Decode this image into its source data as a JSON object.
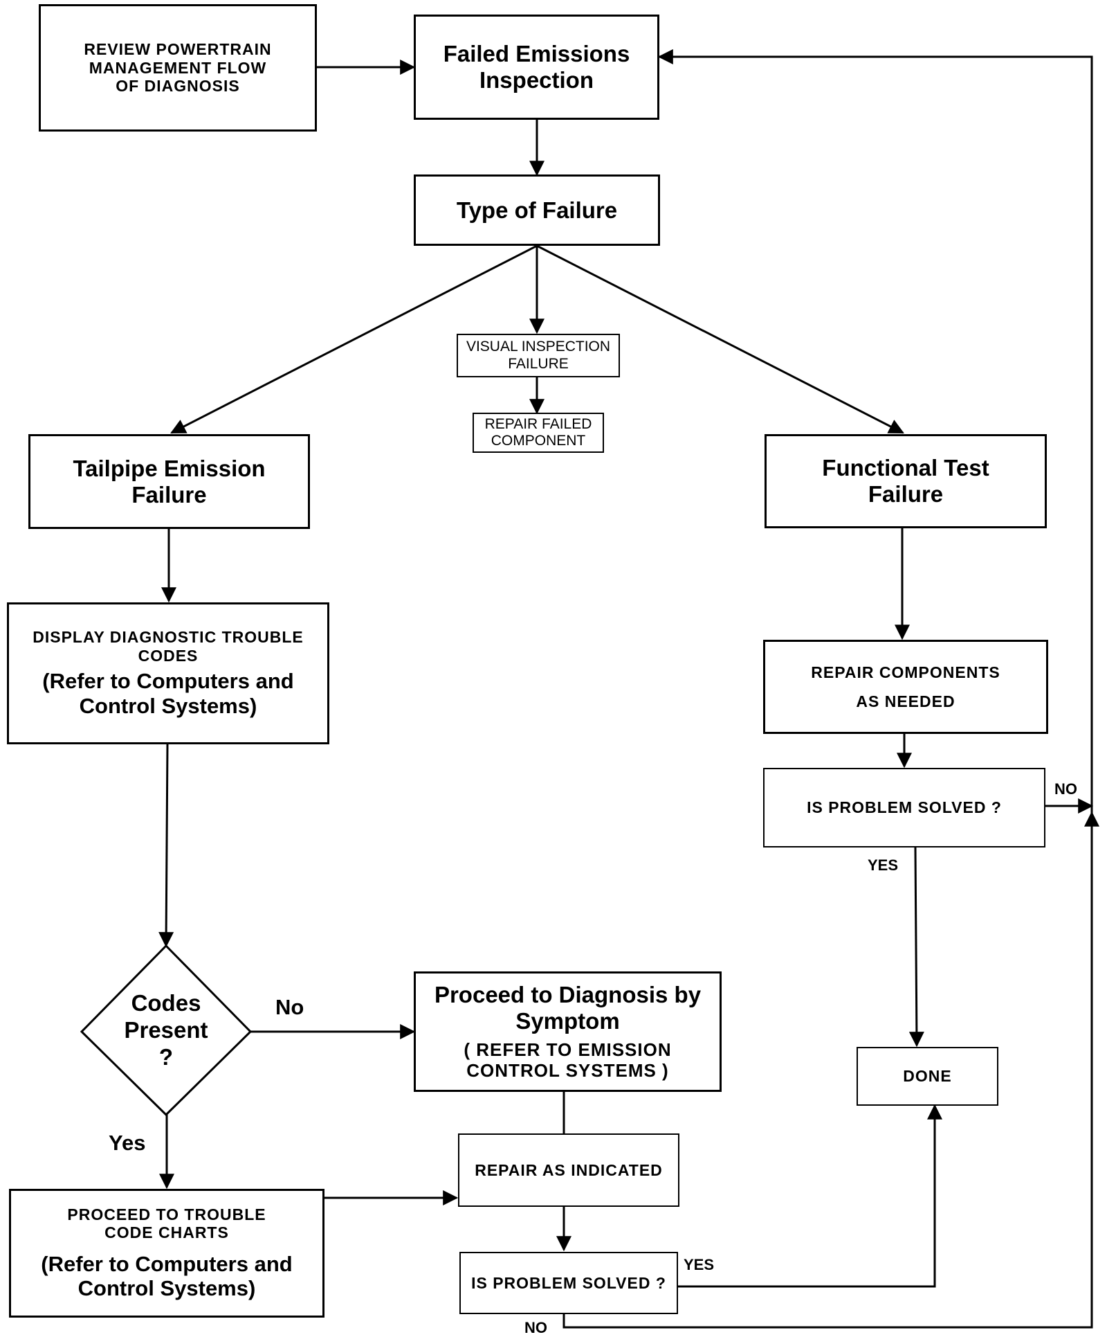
{
  "nodes": {
    "review_flow": {
      "lines": [
        "REVIEW POWERTRAIN",
        "MANAGEMENT FLOW",
        "OF DIAGNOSIS"
      ]
    },
    "failed_emissions": {
      "lines": [
        "Failed Emissions",
        "Inspection"
      ]
    },
    "type_of_failure": {
      "text": "Type of Failure"
    },
    "visual_inspection": {
      "lines": [
        "VISUAL INSPECTION",
        "FAILURE"
      ]
    },
    "repair_failed_component": {
      "lines": [
        "REPAIR FAILED",
        "COMPONENT"
      ]
    },
    "tailpipe": {
      "lines": [
        "Tailpipe Emission",
        "Failure"
      ]
    },
    "functional_test": {
      "lines": [
        "Functional Test",
        "Failure"
      ]
    },
    "display_codes": {
      "caps": [
        "DISPLAY DIAGNOSTIC TROUBLE",
        "CODES"
      ],
      "refer": [
        "(Refer to Computers and",
        "Control Systems)"
      ]
    },
    "repair_components": {
      "lines": [
        "REPAIR COMPONENTS",
        "AS NEEDED"
      ]
    },
    "is_solved_right": {
      "text": "IS PROBLEM SOLVED ?"
    },
    "codes_present": {
      "lines": [
        "Codes",
        "Present",
        "?"
      ]
    },
    "proceed_symptom": {
      "lines": [
        "Proceed to Diagnosis by",
        "Symptom"
      ],
      "refer": [
        "( REFER TO EMISSION",
        "CONTROL SYSTEMS )"
      ]
    },
    "done": {
      "text": "DONE"
    },
    "repair_as_indicated": {
      "text": "REPAIR AS INDICATED"
    },
    "trouble_code_charts": {
      "caps": [
        "PROCEED TO TROUBLE",
        "CODE CHARTS"
      ],
      "refer": [
        "(Refer to Computers and",
        "Control Systems)"
      ]
    },
    "is_solved_bottom": {
      "text": "IS PROBLEM SOLVED ?"
    }
  },
  "edge_labels": {
    "no_right": "NO",
    "yes_right": "YES",
    "no_codes": "No",
    "yes_codes": "Yes",
    "yes_bottom": "YES",
    "no_bottom": "NO"
  }
}
